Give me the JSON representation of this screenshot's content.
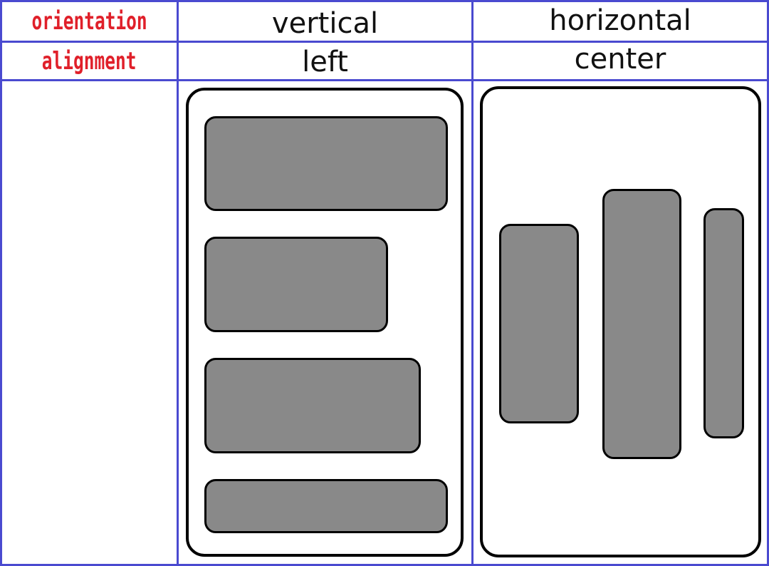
{
  "table": {
    "row_labels": {
      "orientation": "orientation",
      "alignment": "alignment"
    },
    "columns": [
      {
        "orientation": "vertical",
        "alignment": "left"
      },
      {
        "orientation": "horizontal",
        "alignment": "center"
      }
    ]
  },
  "colors": {
    "grid": "#4a4ad0",
    "row_label": "#e0202a",
    "child_fill": "#898989",
    "outline": "#000000"
  }
}
